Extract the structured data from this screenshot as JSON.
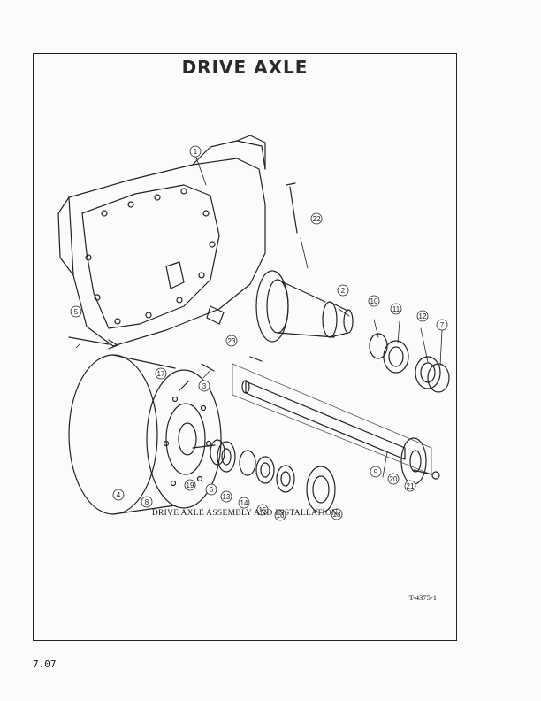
{
  "header": {
    "title": "DRIVE AXLE"
  },
  "figure": {
    "caption": "DRIVE AXLE ASSEMBLY AND INSTALLATION",
    "reference": "T-4375-1",
    "callouts": [
      "1",
      "2",
      "3",
      "4",
      "5",
      "6",
      "7",
      "8",
      "9",
      "10",
      "11",
      "12",
      "13",
      "14",
      "15",
      "16",
      "17",
      "18",
      "19",
      "20",
      "21",
      "22",
      "23"
    ]
  },
  "footer": {
    "page_number": "7.07"
  }
}
